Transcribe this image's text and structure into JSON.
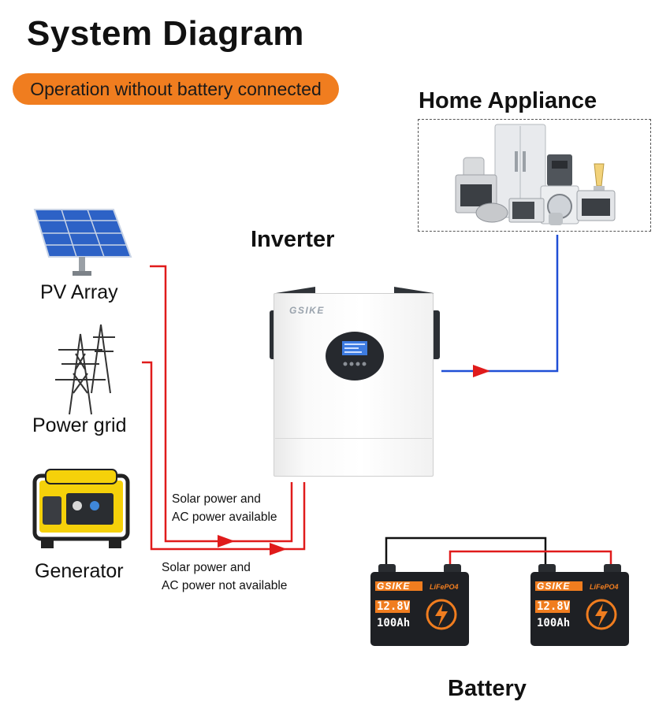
{
  "title": "System Diagram",
  "mode_badge": "Operation without battery connected",
  "labels": {
    "home_appliance": "Home Appliance",
    "inverter": "Inverter",
    "pv_array": "PV Array",
    "power_grid": "Power grid",
    "generator": "Generator",
    "battery": "Battery"
  },
  "notes": {
    "ac_available_line1": "Solar power and",
    "ac_available_line2": "AC power available",
    "ac_not_available_line1": "Solar power and",
    "ac_not_available_line2": "AC power not available"
  },
  "inverter_brand": "GSIKE",
  "battery": {
    "brand": "GSIKE",
    "chemistry": "LiFePO4",
    "voltage": "12.8V",
    "capacity": "100Ah"
  },
  "colors": {
    "accent": "#f07d1f",
    "input_wire": "#e01b1b",
    "output_wire": "#1f4fd6",
    "battery_link_negative": "#111111"
  },
  "icons": [
    "solar-panel-icon",
    "transmission-tower-icon",
    "generator-icon",
    "inverter-device",
    "appliances-illustration",
    "battery-icon"
  ]
}
